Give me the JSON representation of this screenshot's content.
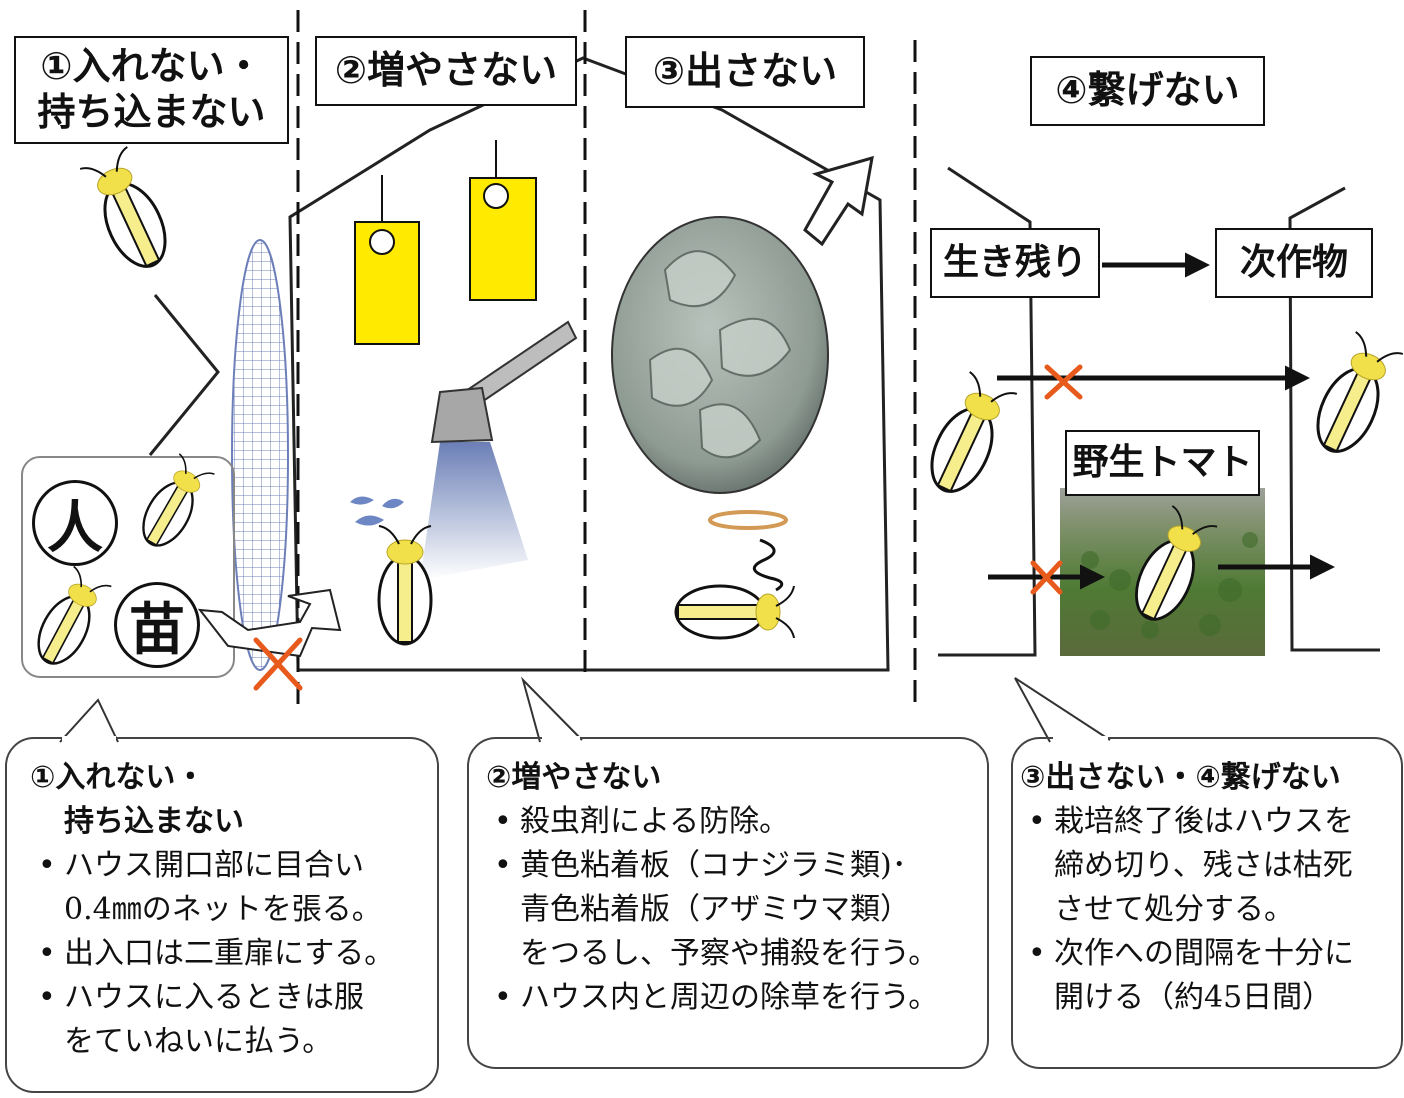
{
  "headers": {
    "keep_out": [
      "①入れない・",
      "持ち込まない"
    ],
    "no_increase": "②増やさない",
    "no_release": "③出さない",
    "no_connect": "④繋げない"
  },
  "labels": {
    "survivors": "生き残り",
    "next_crop": "次作物",
    "wild_tomato": "野生トマト",
    "person": "人",
    "seedling": "苗"
  },
  "notes": [
    {
      "title": [
        "①入れない・",
        "持ち込まない"
      ],
      "items": [
        [
          "ハウス開口部に目合い",
          "0.4㎜のネットを張る。"
        ],
        [
          "出入口は二重扉にする。"
        ],
        [
          "ハウスに入るときは服",
          "をていねいに払う。"
        ]
      ]
    },
    {
      "title": [
        "②増やさない"
      ],
      "items": [
        [
          "殺虫剤による防除。"
        ],
        [
          "黄色粘着板（コナジラミ類)･",
          "青色粘着版（アザミウマ類）",
          "をつるし、予察や捕殺を行う。"
        ],
        [
          "ハウス内と周辺の除草を行う。"
        ]
      ]
    },
    {
      "title": [
        "③出さない・④繋げない"
      ],
      "items": [
        [
          "栽培終了後はハウスを",
          "締め切り、残さは枯死",
          "させて処分する。"
        ],
        [
          "次作への間隔を十分に",
          "開ける（約45日間）"
        ]
      ]
    }
  ],
  "icons": [
    "whitefly-icon",
    "net-icon",
    "yellow-sticky-trap-icon",
    "sprayer-icon",
    "leaf-photo",
    "weed-photo",
    "cross-mark-icon",
    "arrow-icon",
    "halo-icon"
  ],
  "colors": {
    "insect_body": "#f6ee8c",
    "insect_head": "#f2e04a",
    "trap": "#ffea00",
    "cross": "#e85a1c",
    "spray": "#8a9ec8"
  }
}
